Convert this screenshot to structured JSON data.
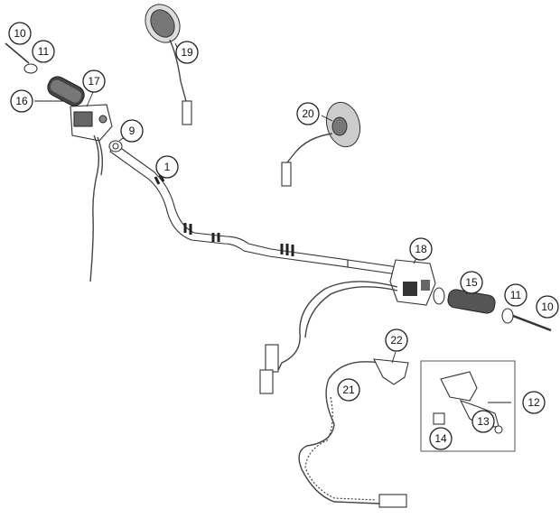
{
  "diagram": {
    "callouts": [
      {
        "id": "c10a",
        "label": "10"
      },
      {
        "id": "c11a",
        "label": "11"
      },
      {
        "id": "c16",
        "label": "16"
      },
      {
        "id": "c17",
        "label": "17"
      },
      {
        "id": "c9",
        "label": "9"
      },
      {
        "id": "c19",
        "label": "19"
      },
      {
        "id": "c20",
        "label": "20"
      },
      {
        "id": "c1",
        "label": "1"
      },
      {
        "id": "c18",
        "label": "18"
      },
      {
        "id": "c15",
        "label": "15"
      },
      {
        "id": "c11b",
        "label": "11"
      },
      {
        "id": "c10b",
        "label": "10"
      },
      {
        "id": "c22",
        "label": "22"
      },
      {
        "id": "c21",
        "label": "21"
      },
      {
        "id": "c12",
        "label": "12"
      },
      {
        "id": "c13",
        "label": "13"
      },
      {
        "id": "c14",
        "label": "14"
      }
    ]
  }
}
